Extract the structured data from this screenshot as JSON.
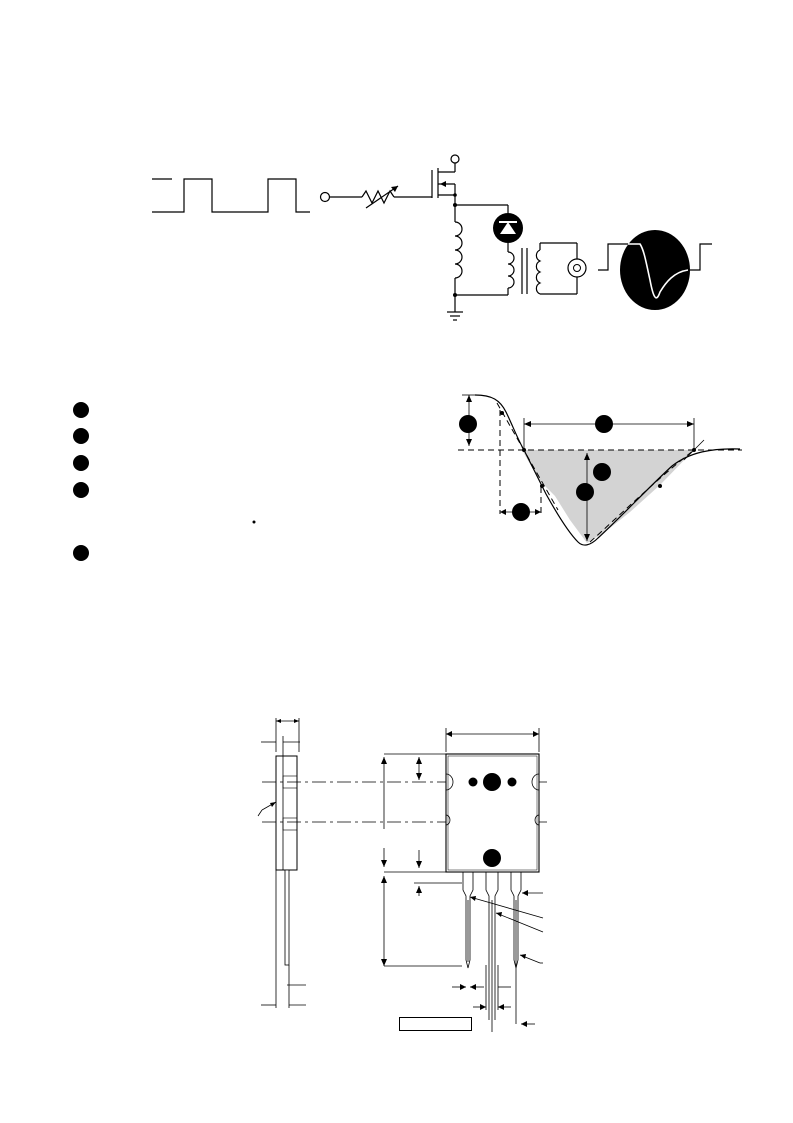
{
  "figures": [
    {
      "id": "test-circuit",
      "label": ""
    },
    {
      "id": "switching-waveform",
      "label": ""
    },
    {
      "id": "package-outline",
      "label": ""
    }
  ],
  "legend": {
    "marker_count": 5,
    "labels": [
      "",
      "",
      "",
      "",
      ""
    ]
  },
  "package": {
    "marking_box_text": ""
  },
  "colors": {
    "ink": "#000000",
    "shaded_area": "#d3d3d3",
    "background": "#ffffff"
  }
}
